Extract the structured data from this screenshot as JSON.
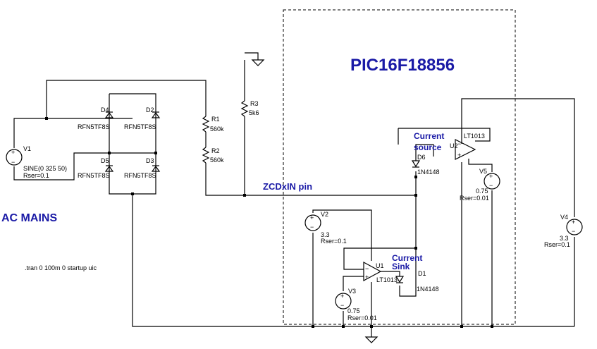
{
  "title": "PIC16F18856",
  "mains_label": "AC MAINS",
  "net_label": "ZCDxIN pin",
  "directive": ".tran 0 100m 0 startup uic",
  "current_source_label": [
    "Current",
    "source"
  ],
  "current_sink_label": [
    "Current",
    "Sink"
  ],
  "components": {
    "V1": {
      "name": "V1",
      "value": "SINE(0 325 50)",
      "rser": "Rser=0.1"
    },
    "V2": {
      "name": "V2",
      "value": "3.3",
      "rser": "Rser=0.1"
    },
    "V3": {
      "name": "V3",
      "value": "0.75",
      "rser": "Rser=0.01"
    },
    "V4": {
      "name": "V4",
      "value": "3.3",
      "rser": "Rser=0.1"
    },
    "V5": {
      "name": "V5",
      "value": "0.75",
      "rser": "Rser=0.01"
    },
    "R1": {
      "name": "R1",
      "value": "560k"
    },
    "R2": {
      "name": "R2",
      "value": "560k"
    },
    "R3": {
      "name": "R3",
      "value": "5k6"
    },
    "D1": {
      "name": "D1",
      "value": "1N4148"
    },
    "D2": {
      "name": "D2",
      "value": "RFN5TF8S"
    },
    "D3": {
      "name": "D3",
      "value": "RFN5TF8S"
    },
    "D4": {
      "name": "D4",
      "value": "RFN5TF8S"
    },
    "D5": {
      "name": "D5",
      "value": "RFN5TF8S"
    },
    "D6": {
      "name": "D6",
      "value": "1N4148"
    },
    "U1": {
      "name": "U1",
      "value": "LT1013"
    },
    "U2": {
      "name": "U2",
      "value": "LT1013"
    }
  }
}
